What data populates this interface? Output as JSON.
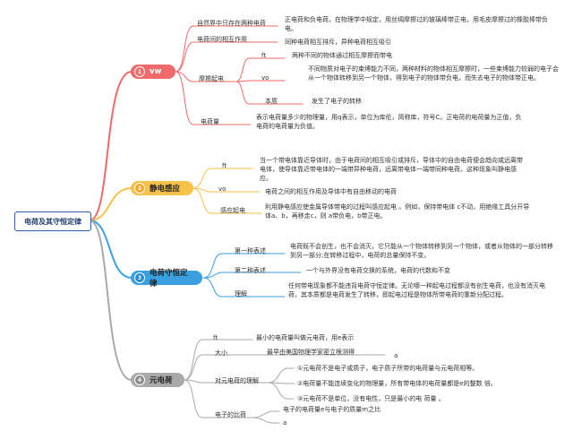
{
  "root": "电荷及其守恒定律",
  "colors": {
    "red": "#ef6a6a",
    "orange": "#f6c24a",
    "blue": "#3aa0e0",
    "gray": "#a9a9a9"
  },
  "b1": {
    "label": "vw",
    "num": "1",
    "n1": "自然界中只存在两种电荷",
    "n1d": "正电荷和负电荷。在物理学中规定，用丝绸摩擦过的玻璃棒带正电，用毛皮摩擦过的橡胶棒带负电。",
    "n2": "电荷间的相互作用",
    "n2d": "同种电荷相互排斥，异种电荷相互吸引",
    "n3": "摩擦起电",
    "ft": "ft",
    "ftd": "两种不同的物体通过相互摩擦而带电",
    "vo": "vo",
    "vod": "不同物质对电子的束缚能力不同，两种材料的物体相互摩擦时，一些束缚能力较弱的电子会从一个物体转移到另一个物体，得到电子的物体带负电，而失去电子的物体带正电。",
    "bz": "本质",
    "bzd": "发生了电子的转移",
    "n4": "电荷量",
    "n4d": "表示电荷量多少的物理量，用q表示，单位为库伦，简称库，符号C。正电荷的电荷量为正值，负电荷的电荷量为负值。"
  },
  "b2": {
    "label": "静电感应",
    "num": "2",
    "ft": "ft",
    "ftd": "当一个带电体靠近导体时，由于电荷间的相互吸引或排斥，导体中的自由电荷便会趋向或远离带电体，使导体靠近带电体的一端带异种电荷，远离带电体一端带同种电荷。这种现象叫静电感应。",
    "vo": "vo",
    "vod": "电荷之间的相互作用及导体中有自由移动的电荷",
    "n3": "感应起电",
    "n3d": "利用静电感应使金属导体带电的过程叫感应起电 。例如，保持带电体 c不动，用绝缘工具分开导体a、b，再移走c，则 a带负电，b带正电。"
  },
  "b3": {
    "label": "电荷守恒定律",
    "num": "3",
    "n1": "第一种表述",
    "n1d": "电荷既不会创生，也不会消灭，它只能从一个物体转移到另一个物体，或者从物体的一部分转移到另一部分;在转移过程中，电荷的总量保持不变。",
    "n2": "第二种表述",
    "n2d": "一个与外界没有电荷交换的系统，电荷的代数和不变",
    "n3": "理解",
    "n3d": "任何带电现象都不能违背电荷守恒定律。无论哪一种起电过程都没有创生电荷，也没有消灭电荷，其本质都是电荷发生了转移，即起电过程是物体所带电荷的重新分配过程。"
  },
  "b4": {
    "label": "元电荷",
    "num": "4",
    "ft": "ft",
    "ftd": "最小的电荷量叫做元电荷，用e表示",
    "n2": "大小",
    "n2d": "最早由美国物理学家密立根测得",
    "n2a": "a",
    "n3": "对元电荷的理解",
    "n3a": "①元电荷不是电子或质子，电子质子所带的电荷量与元电荷相等。",
    "n3b": "②电荷量不能连续变化的物理量，所有带电体的电荷量都是e的整数 倍。",
    "n3c": "③元电荷不是单位，没有电性，只是最小的电 荷量 。",
    "n4": "电子的比荷",
    "n4d": "电子的电荷量e与电子的质量m之比",
    "n4a": "a"
  }
}
